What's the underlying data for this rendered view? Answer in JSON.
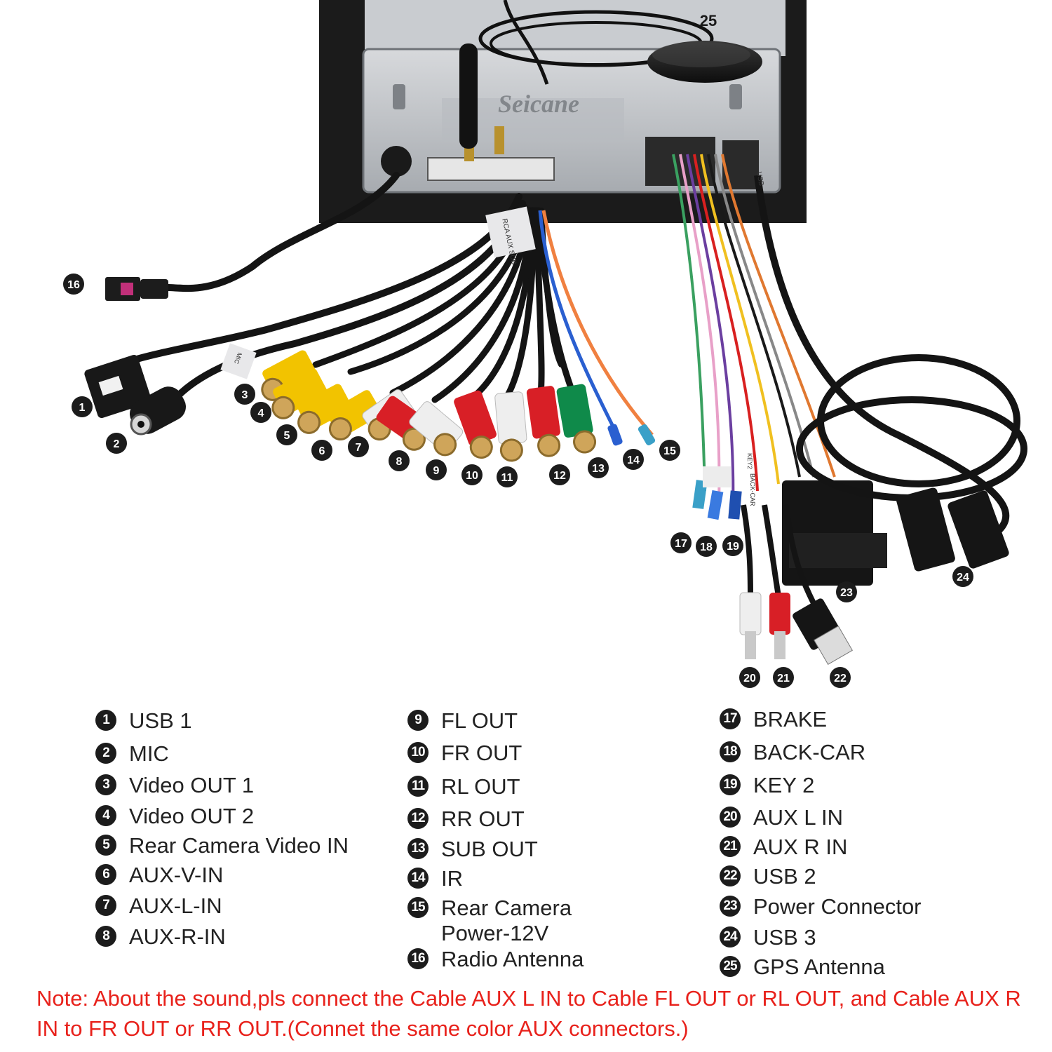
{
  "brand_watermark": "Seicane",
  "photo_labels": {
    "cable_tag_left": "RCA AUX SUB",
    "mic_tag": "MIC",
    "usb_tag": "USB",
    "back_car_tag": "BACK-CAR",
    "key_tag": "KEY2"
  },
  "callouts": [
    "1",
    "2",
    "3",
    "4",
    "5",
    "6",
    "7",
    "8",
    "9",
    "10",
    "11",
    "12",
    "13",
    "14",
    "15",
    "16",
    "17",
    "18",
    "19",
    "20",
    "21",
    "22",
    "23",
    "24",
    "25"
  ],
  "legend": {
    "col1": [
      {
        "num": "1",
        "label": "USB 1"
      },
      {
        "num": "2",
        "label": "MIC"
      },
      {
        "num": "3",
        "label": "Video OUT 1"
      },
      {
        "num": "4",
        "label": "Video OUT 2"
      },
      {
        "num": "5",
        "label": "Rear Camera Video IN"
      },
      {
        "num": "6",
        "label": "AUX-V-IN"
      },
      {
        "num": "7",
        "label": "AUX-L-IN"
      },
      {
        "num": "8",
        "label": "AUX-R-IN"
      }
    ],
    "col2": [
      {
        "num": "9",
        "label": "FL OUT"
      },
      {
        "num": "10",
        "label": "FR OUT"
      },
      {
        "num": "11",
        "label": "RL OUT"
      },
      {
        "num": "12",
        "label": "RR OUT"
      },
      {
        "num": "13",
        "label": "SUB OUT"
      },
      {
        "num": "14",
        "label": "IR"
      },
      {
        "num": "15",
        "label": "Rear Camera\nPower-12V"
      },
      {
        "num": "16",
        "label": "Radio Antenna"
      }
    ],
    "col3": [
      {
        "num": "17",
        "label": "BRAKE"
      },
      {
        "num": "18",
        "label": "BACK-CAR"
      },
      {
        "num": "19",
        "label": "KEY 2"
      },
      {
        "num": "20",
        "label": "AUX L IN"
      },
      {
        "num": "21",
        "label": "AUX R IN"
      },
      {
        "num": "22",
        "label": "USB 2"
      },
      {
        "num": "23",
        "label": "Power Connector"
      },
      {
        "num": "24",
        "label": "USB 3"
      },
      {
        "num": "25",
        "label": "GPS Antenna"
      }
    ]
  },
  "note": "Note: About the sound,pls connect the Cable AUX L IN to Cable FL OUT or RL OUT, and Cable AUX R IN to FR OUT or RR OUT.(Connet the same color AUX connectors.)",
  "colors": {
    "note_text": "#e8211b",
    "callout_bg": "#1c1c1c",
    "legend_text": "#222222",
    "rca_yellow": "#f2c300",
    "rca_red": "#d81f26",
    "rca_white": "#eeeeee",
    "rca_green": "#0f8a4a",
    "cable_black": "#141414",
    "chassis_gray": "#9a9ea3",
    "fakra_pink": "#c2307a"
  }
}
